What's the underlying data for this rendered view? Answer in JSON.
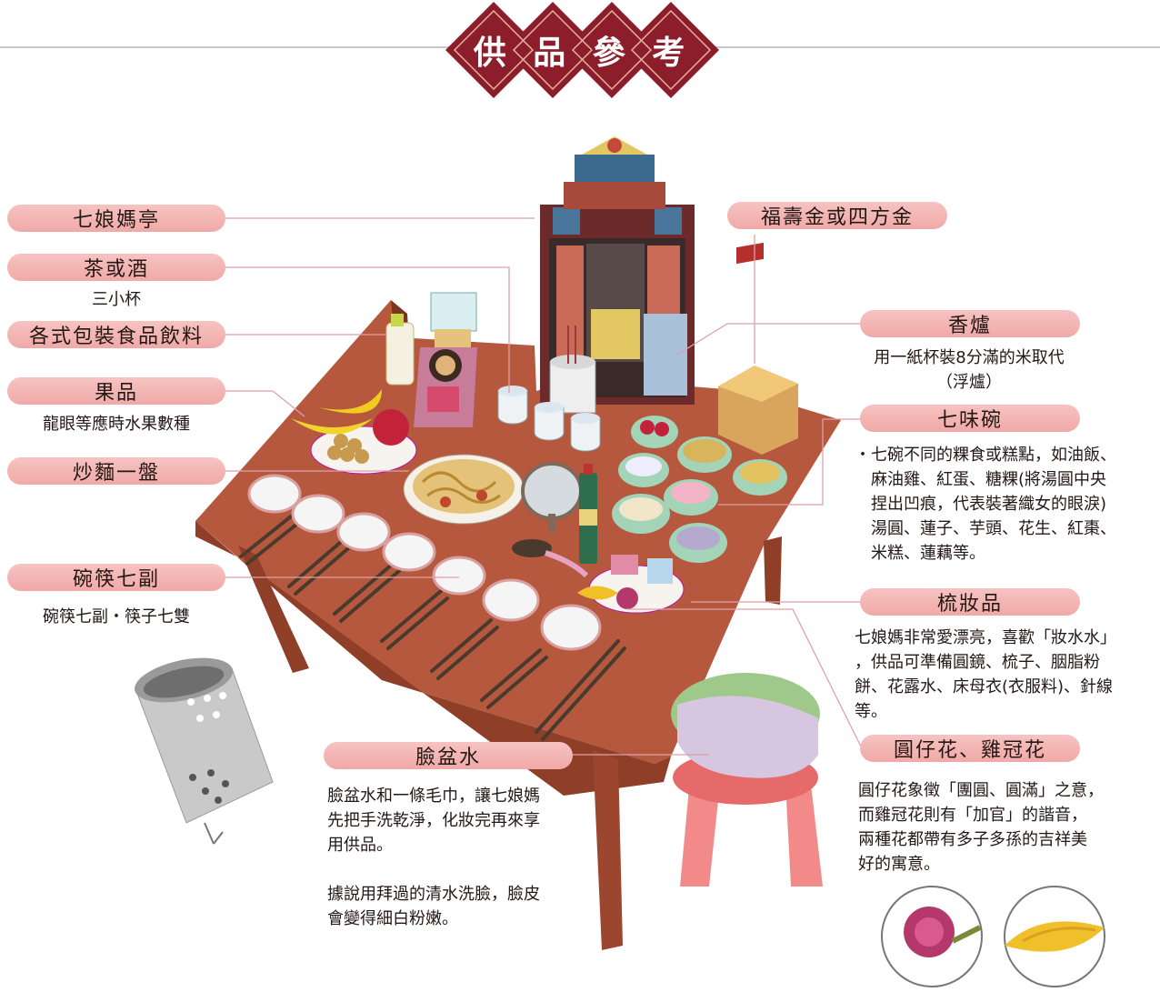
{
  "title": [
    "供",
    "品",
    "參",
    "考"
  ],
  "labels": {
    "qiniang_pavilion": "七娘媽亭",
    "tea_or_wine": "茶或酒",
    "tea_or_wine_desc": "三小杯",
    "packaged_food": "各式包裝食品飲料",
    "fruit": "果品",
    "fruit_desc": "龍眼等應時水果數種",
    "fried_noodles": "炒麵一盤",
    "bowls_chopsticks": "碗筷七副",
    "bowls_chopsticks_desc": "碗筷七副・筷子七雙",
    "joss_paper": "福壽金或四方金",
    "incense_burner": "香爐",
    "incense_burner_desc": [
      "用一紙杯裝8分滿的米取代",
      "（浮爐）"
    ],
    "seven_bowls": "七味碗",
    "seven_bowls_desc": [
      "・七碗不同的粿食或糕點，如油飯、",
      "　麻油雞、紅蛋、糖粿(將湯圓中央",
      "　捏出凹痕，代表裝著織女的眼淚)",
      "　湯圓、蓮子、芋頭、花生、紅棗、",
      "　米糕、蓮藕等。"
    ],
    "cosmetics": "梳妝品",
    "cosmetics_desc": [
      "七娘媽非常愛漂亮，喜歡「妝水水」",
      "，供品可準備圓鏡、梳子、胭脂粉",
      "餅、花露水、床母衣(衣服料)、針線",
      "等。"
    ],
    "flowers": "圓仔花、雞冠花",
    "flowers_desc": [
      "圓仔花象徵「團圓、圓滿」之意，",
      "而雞冠花則有「加官」的諧音，",
      "兩種花都帶有多子多孫的吉祥美",
      "好的寓意。"
    ],
    "washbasin": "臉盆水",
    "washbasin_desc": [
      "臉盆水和一條毛巾，讓七娘媽",
      "先把手洗乾淨，化妝完再來享",
      "用供品。",
      "",
      "據說用拜過的清水洗臉，臉皮",
      "會變得細白粉嫩。"
    ]
  },
  "colors": {
    "title_bg": "#8c1d2a",
    "pill": "#f4b8b6",
    "table": "#b5583d",
    "leader_line": "#e0a0a8"
  }
}
